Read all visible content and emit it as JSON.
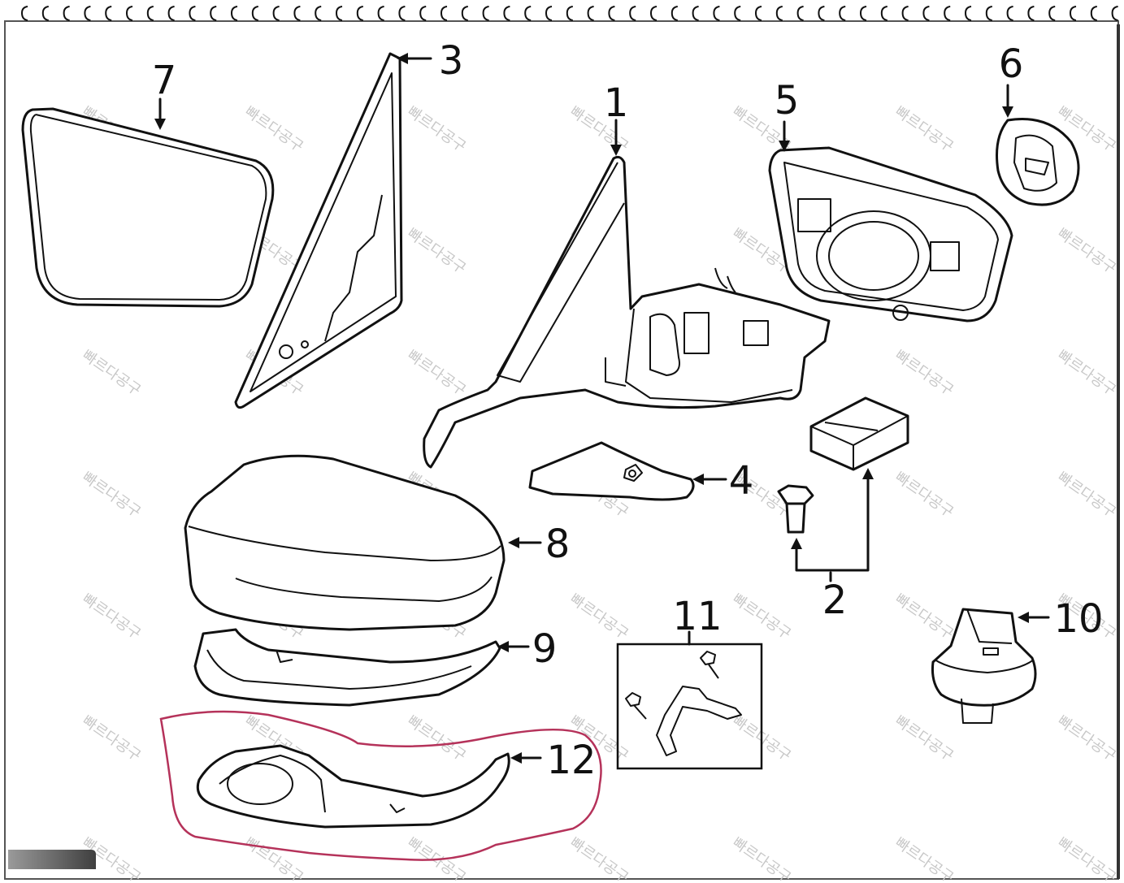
{
  "callouts": {
    "c1": "1",
    "c2": "2",
    "c3": "3",
    "c4": "4",
    "c5": "5",
    "c6": "6",
    "c7": "7",
    "c8": "8",
    "c9": "9",
    "c10": "10",
    "c11": "11",
    "c12": "12"
  },
  "highlight_color": "#b5325a",
  "watermark": "빠르다공구"
}
